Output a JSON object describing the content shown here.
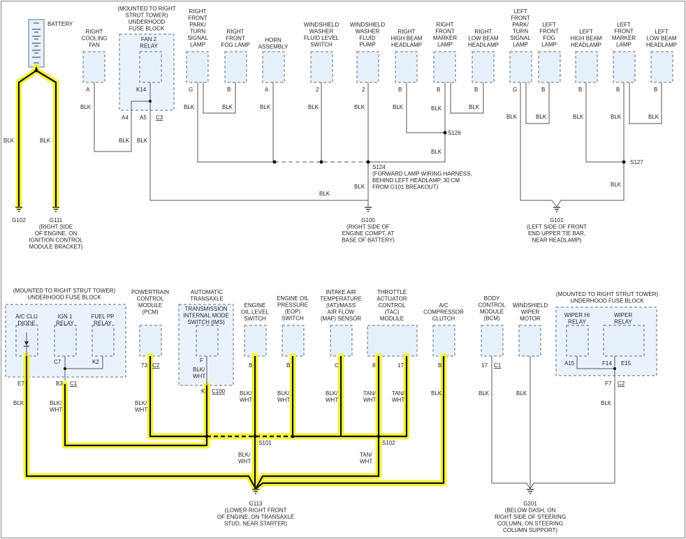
{
  "colors": {
    "highlight": "#f4f23a",
    "component_fill": "#e6f0fa",
    "wire": "#555555"
  },
  "top": {
    "battery": "BATTERY",
    "right_cooling_fan": [
      "RIGHT",
      "COOLING",
      "FAN"
    ],
    "fuse_block_note": [
      "(MOUNTED TO RIGHT",
      "STRUT TOWER)",
      "UNDERHOOD",
      "FUSE BLOCK"
    ],
    "fan2_relay": [
      "FAN 2",
      "RELAY"
    ],
    "rf_park_lamp": [
      "RIGHT",
      "FRONT",
      "PARK/",
      "TURN",
      "SIGNAL",
      "LAMP"
    ],
    "rf_fog_lamp": [
      "RIGHT",
      "FRONT",
      "FOG LAMP"
    ],
    "horn": [
      "HORN",
      "ASSEMBLY"
    ],
    "washer_switch": [
      "WINDSHIELD",
      "WASHER",
      "FLUID LEVEL",
      "SWITCH"
    ],
    "washer_pump": [
      "WINDSHIELD",
      "WASHER",
      "FLUID",
      "PUMP"
    ],
    "r_high_beam": [
      "RIGHT",
      "HIGH BEAM",
      "HEADLAMP"
    ],
    "rf_marker": [
      "RIGHT",
      "FRONT",
      "MARKER",
      "LAMP"
    ],
    "r_low_beam": [
      "RIGHT",
      "LOW BEAM",
      "HEADLAMP"
    ],
    "lf_park_lamp": [
      "LEFT",
      "FRONT",
      "PARK/",
      "TURN",
      "SIGNAL",
      "LAMP"
    ],
    "lf_fog_lamp": [
      "LEFT",
      "FRONT",
      "FOG",
      "LAMP"
    ],
    "l_high_beam": [
      "LEFT",
      "HIGH BEAM",
      "HEADLAMP"
    ],
    "lf_marker": [
      "LEFT",
      "FRONT",
      "MARKER",
      "LAMP"
    ],
    "l_low_beam": [
      "LEFT",
      "LOW BEAM",
      "HEADLAMP"
    ],
    "pin_a": "A",
    "pin_b": "B",
    "pin_g": "G",
    "pin_2": "2",
    "pin_k14": "K14",
    "pin_a4": "A4",
    "pin_a5": "A5",
    "conn_c3": "C3",
    "blk": "BLK",
    "s126": "S126",
    "s127": "S127",
    "s124": [
      "S124",
      "(FORWARD LAMP WIRING HARNESS,",
      "BEHIND LEFT HEADLAMP, 30 CM",
      "FROM G101 BREAKOUT)"
    ],
    "g102": "G102",
    "g111": [
      "G111",
      "(RIGHT SIDE",
      "OF ENGINE, ON",
      "IGNITION CONTROL",
      "MODULE BRACKET)"
    ],
    "g100": [
      "G100",
      "(RIGHT SIDE OF",
      "ENGINE COMPT, AT",
      "BASE OF BATTERY)"
    ],
    "g101": [
      "G101",
      "(LEFT SIDE OF FRONT",
      "END UPPER TIE BAR,",
      "NEAR HEADLAMP)"
    ]
  },
  "bottom": {
    "fuse_block_note": [
      "(MOUNTED TO RIGHT STRUT TOWER)",
      "UNDERHOOD FUSE BLOCK"
    ],
    "ac_clu_diode": [
      "A/C CLU",
      "DIODE"
    ],
    "ign1_relay": [
      "IGN 1",
      "RELAY"
    ],
    "fuel_pp_relay": [
      "FUEL PP",
      "RELAY"
    ],
    "pcm": [
      "POWERTRAIN",
      "CONTROL",
      "MODULE",
      "(PCM)"
    ],
    "auto_transaxle": [
      "AUTOMATIC",
      "TRANSAXLE"
    ],
    "ims": [
      "TRANSMISSION",
      "INTERNAL MODE",
      "SWITCH (IMS)"
    ],
    "oil_level": [
      "ENGINE",
      "OIL LEVEL",
      "SWITCH"
    ],
    "eop": [
      "ENGINE OIL",
      "PRESSURE",
      "(EOP)",
      "SWITCH"
    ],
    "iat_maf": [
      "INTAKE AIR",
      "TEMPERATURE",
      "(IAT)/MASS",
      "AIR FLOW",
      "(MAF) SENSOR"
    ],
    "tac": [
      "THROTTLE",
      "ACTUATOR",
      "CONTROL",
      "(TAC)",
      "MODULE"
    ],
    "ac_clutch": [
      "A/C",
      "COMPRESSOR",
      "CLUTCH"
    ],
    "bcm": [
      "BODY",
      "CONTROL",
      "MODULE",
      "(BCM)"
    ],
    "wiper_motor": [
      "WINDSHIELD",
      "WIPER",
      "MOTOR"
    ],
    "wiper_hi_relay": [
      "WIPER HI",
      "RELAY"
    ],
    "wiper_relay": [
      "WIPER",
      "RELAY"
    ],
    "pins": {
      "c7": "C7",
      "k2": "K2",
      "e7": "E7",
      "b3": "B3",
      "c1": "C1",
      "n73": "73",
      "c2": "C2",
      "f": "F",
      "k": "K",
      "c100": "C100",
      "b": "B",
      "c": "C",
      "n8": "8",
      "n17": "17",
      "a15": "A15",
      "f14": "F14",
      "e15": "E15",
      "f7": "F7"
    },
    "blk": "BLK",
    "blk_wht": [
      "BLK/",
      "WHT"
    ],
    "tan_wht": [
      "TAN/",
      "WHT"
    ],
    "s101": "S101",
    "s102": "S102",
    "g113": [
      "G113",
      "(LOWER RIGHT FRONT",
      "OF ENGINE, ON TRANSAXLE",
      "STUD, NEAR STARTER)"
    ],
    "g201": [
      "G201",
      "(BELOW DASH, ON",
      "RIGHT SIDE OF STEERING",
      "COLUMN, ON STEERING",
      "COLUMN SUPPORT)"
    ]
  }
}
